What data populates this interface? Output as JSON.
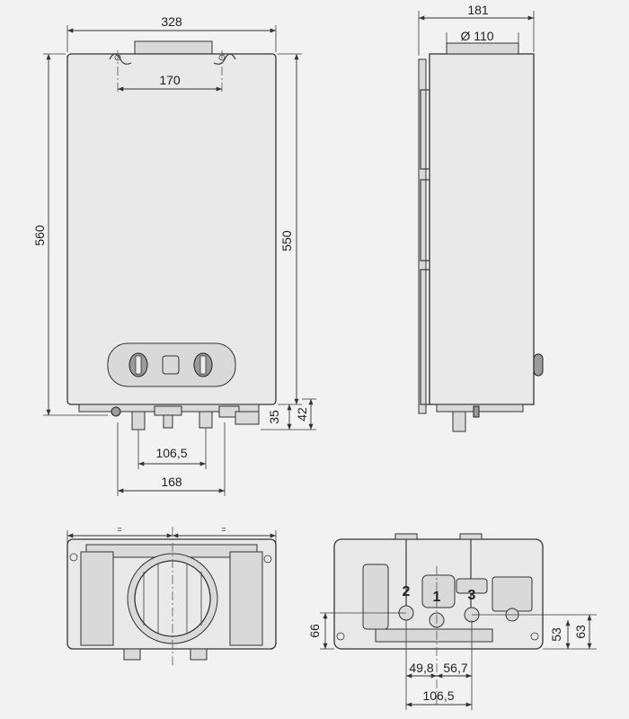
{
  "front_view": {
    "width_label": "328",
    "flue_spacing_label": "170",
    "height_total_label": "560",
    "height_body_label": "550",
    "bottom_35_label": "35",
    "bottom_42_label": "42",
    "conn_1065_label": "106,5",
    "conn_168_label": "168"
  },
  "side_view": {
    "depth_label": "181",
    "flue_dia_label": "Ø 110"
  },
  "top_view": {
    "equal_left_label": "=",
    "equal_right_label": "="
  },
  "bottom_view": {
    "conn_1_label": "1",
    "conn_2_label": "2",
    "conn_3_label": "3",
    "dim_66_label": "66",
    "dim_53_label": "53",
    "dim_63_label": "63",
    "dim_498_label": "49,8",
    "dim_567_label": "56,7",
    "dim_1065_label": "106,5"
  }
}
